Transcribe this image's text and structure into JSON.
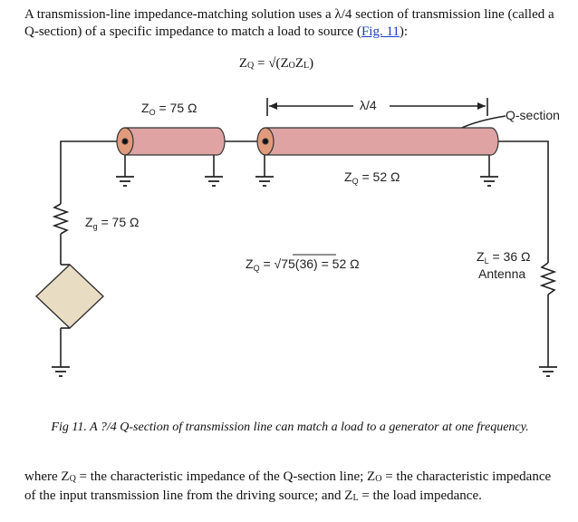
{
  "intro": {
    "text": "A transmission-line impedance-matching solution uses a λ/4 section of transmission line (called a Q-section) of a specific impedance to match a load to source (",
    "link": "Fig. 11",
    "after": "):"
  },
  "formula": {
    "z": "Z",
    "q": "Q",
    "eq": " = √(Z",
    "o": "O",
    "z2": "Z",
    "l": "L",
    "close": ")"
  },
  "diagram": {
    "zo_label": {
      "z": "Z",
      "sub": "O",
      "rest": " = 75 Ω"
    },
    "quarter_wave": "λ/4",
    "q_section": "Q-section",
    "zq_label": {
      "z": "Z",
      "sub": "Q",
      "rest": " = 52 Ω"
    },
    "zg_label": {
      "z": "Z",
      "sub": "g",
      "rest": " = 75 Ω"
    },
    "calc": {
      "z": "Z",
      "sub": "Q",
      "eq": " = ",
      "radicand": "75(36)",
      "rest": " = 52 Ω"
    },
    "zl_label": {
      "z": "Z",
      "sub": "L",
      "rest": " = 36 Ω"
    },
    "antenna": "Antenna",
    "colors": {
      "cable": "#dfa3a3",
      "end": "#e09a7c",
      "source": "#e8dcc2"
    }
  },
  "caption": "Fig 11. A ?/4 Q-section of transmission line can match a load to a generator at one frequency.",
  "where": {
    "a": "where Z",
    "q": "Q",
    "b": " = the characteristic impedance of the Q-section line; Z",
    "o": "O",
    "c": " = the characteristic impedance of the input transmission line from the driving source; and Z",
    "l": "L",
    "d": " = the load impedance."
  }
}
